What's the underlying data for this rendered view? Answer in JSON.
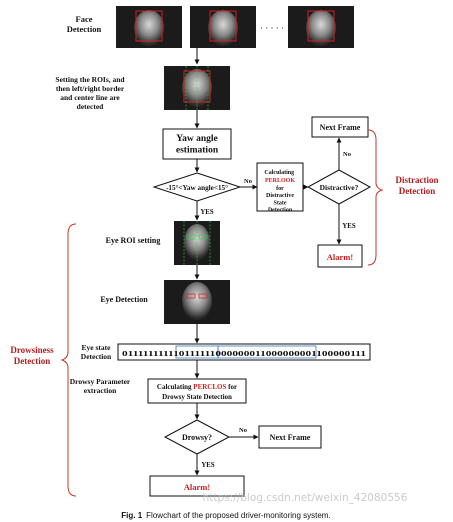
{
  "diagram": {
    "stages": {
      "face_detection": "Face\nDetection",
      "roi_setting": "Setting the ROIs, and\nthen left/right border\nand center line are\ndetected",
      "eye_roi_setting": "Eye ROI setting",
      "eye_detection": "Eye Detection",
      "eye_state_detection": "Eye state\nDetection",
      "drowsy_parameter": "Drowsy Parameter\nextraction"
    },
    "face_sequence_dots": "· · · · ·",
    "boxes": {
      "yaw_estimation": "Yaw angle\nestimation",
      "perlook_calc": {
        "prefix": "Calculating",
        "keyword": "PERLOOK",
        "suffix": "for\nDistractive\nState\nDetection"
      },
      "next_frame_top": "Next Frame",
      "alarm_top": "Alarm!",
      "perclos_calc": {
        "prefix": "Calculating ",
        "keyword": "PERCLOS",
        "suffix": " for\nDrowsy State Detection"
      },
      "next_frame_bottom": "Next Frame",
      "alarm_bottom": "Alarm!"
    },
    "decisions": {
      "yaw_range": "-15°<Yaw angle<15°",
      "distractive": "Distractive?",
      "drowsy": "Drowsy?"
    },
    "edge_labels": {
      "yaw_yes": "YES",
      "yaw_no": "No",
      "distractive_no": "No",
      "distractive_yes": "YES",
      "drowsy_no": "No",
      "drowsy_yes": "YES"
    },
    "eye_state_bits": "011111111110111111000000011000000001100000111",
    "groups": {
      "distraction": "Distraction\nDetection",
      "drowsiness": "Drowsiness\nDetection"
    },
    "caption": {
      "label": "Fig. 1",
      "text": "Flowchart of the proposed driver-monitoring system."
    },
    "watermark": "https://blog.csdn.net/weixin_42080556",
    "colors": {
      "alarm_red": "#cc1f1f",
      "keyword_red": "#cc1f1f",
      "bracket_red": "#c0392b",
      "group_label_red": "#b02020",
      "ink": "#111111"
    }
  }
}
